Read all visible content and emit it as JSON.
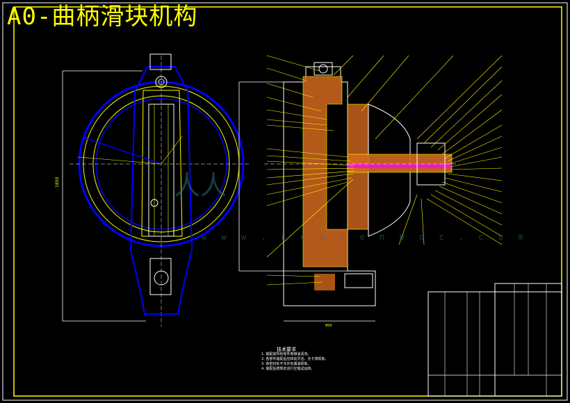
{
  "title": "A0-曲柄滑块机构",
  "watermark": {
    "text": "人人",
    "url": "w w w . r e n r e n d o c . c o m"
  },
  "notes": {
    "heading": "技术要求",
    "lines": [
      "1. 装配前所有零件用煤油清洗。",
      "2. 各部件装配后应转动灵活，无卡滞现象。",
      "3. 各密封处不允许有漏油现象。",
      "4. 装配后按规定进行空载试运转。"
    ]
  },
  "colors": {
    "frame": "#ffff00",
    "part": "#0000ff",
    "section": "#d2691e",
    "leader": "#ffff00",
    "hatch": "#ff00ff"
  }
}
